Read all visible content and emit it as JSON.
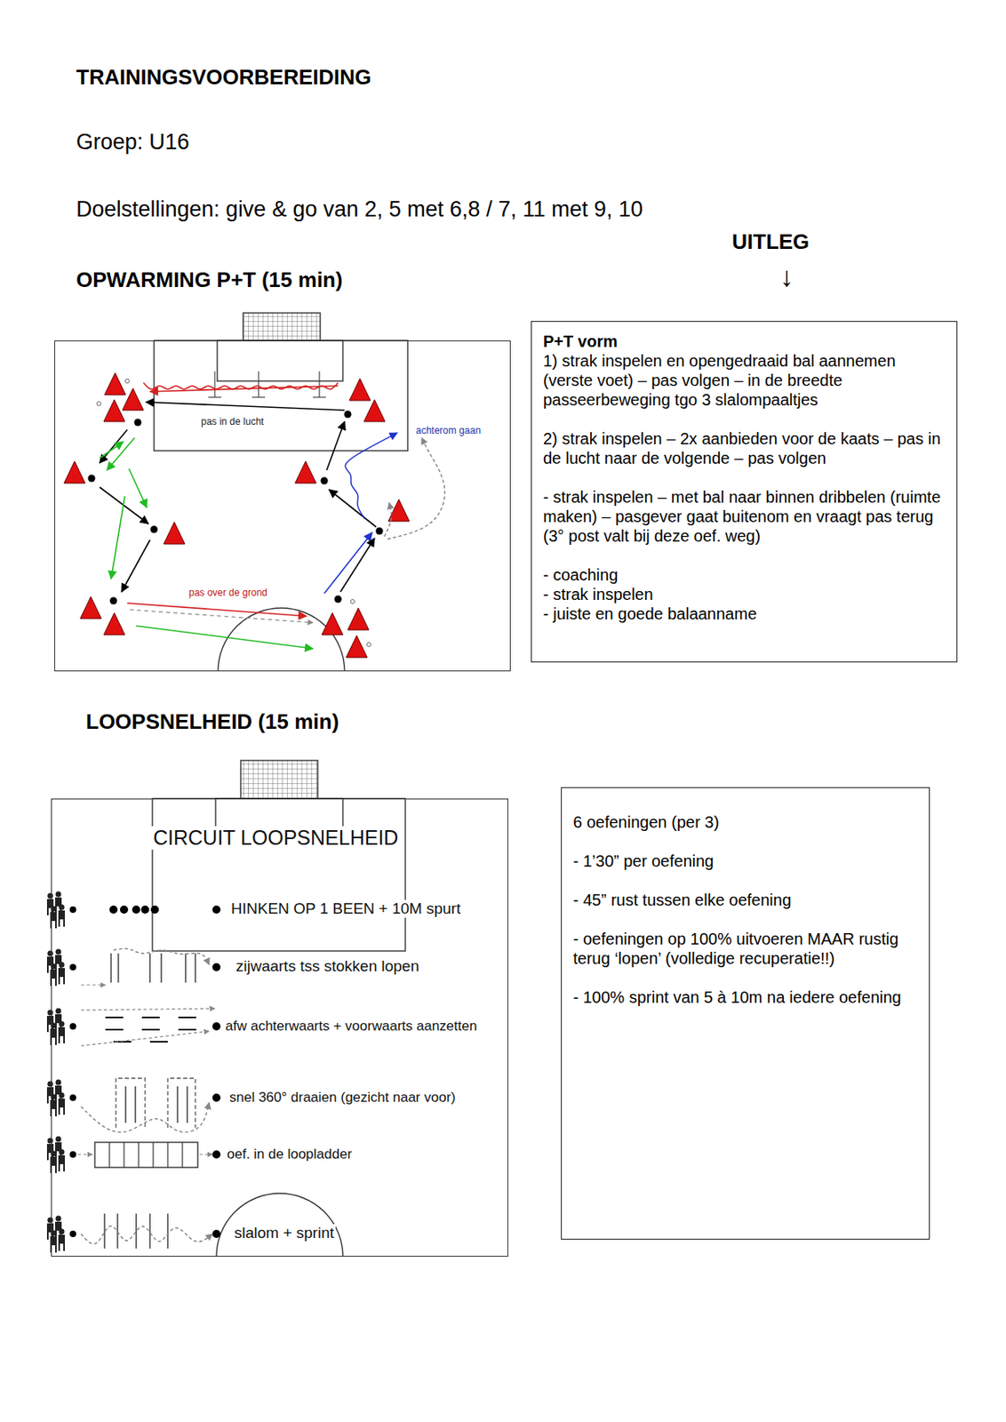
{
  "diagram": {
    "title": "TRAININGSVOORBEREIDING",
    "nodes": [
      {
        "text": [
          "pas in de lucht",
          "achterom gaan",
          "pas over de grond"
        ]
      },
      {
        "text": [
          "P+T vorm",
          "1) strak inspelen en opengedraaid bal aannemen (verste voet) – pas volgen – in de breedte passeerbeweging tgo 3 slalompaaltjes",
          "2) strak inspelen – 2x aanbieden voor de kaats – pas in de lucht naar de volgende – pas volgen",
          "- strak inspelen – met bal naar binnen dribbelen (ruimte maken) – pasgever gaat buitenom en vraagt pas terug (3° post valt bij deze oef. weg)",
          "- coaching",
          "- strak inspelen",
          "- juiste  en goede balaanname"
        ]
      },
      {
        "text": [
          "CIRCUIT LOOPSNELHEID",
          "HINKEN OP 1 BEEN + 10M spurt",
          "zijwaarts tss stokken lopen",
          "afw achterwaarts + voorwaarts aanzetten",
          "snel 360° draaien (gezicht naar voor)",
          "oef. in de loopladder",
          "slalom + sprint"
        ]
      },
      {
        "text": [
          "6 oefeningen (per 3)",
          "- 1’30” per oefening",
          "- 45” rust tussen elke oefening",
          "- oefeningen op 100% uitvoeren MAAR rustig terug ‘lopen’ (volledige recuperatie!!)",
          "- 100% sprint van 5 à 10m na iedere oefening"
        ]
      }
    ],
    "labels": [
      "Groep:  U16",
      "Doelstellingen: give & go van 2, 5 met 6,8 / 7, 11 met 9, 10",
      "UITLEG",
      "↓",
      "OPWARMING P+T (15 min)",
      "LOOPSNELHEID (15 min)"
    ]
  }
}
